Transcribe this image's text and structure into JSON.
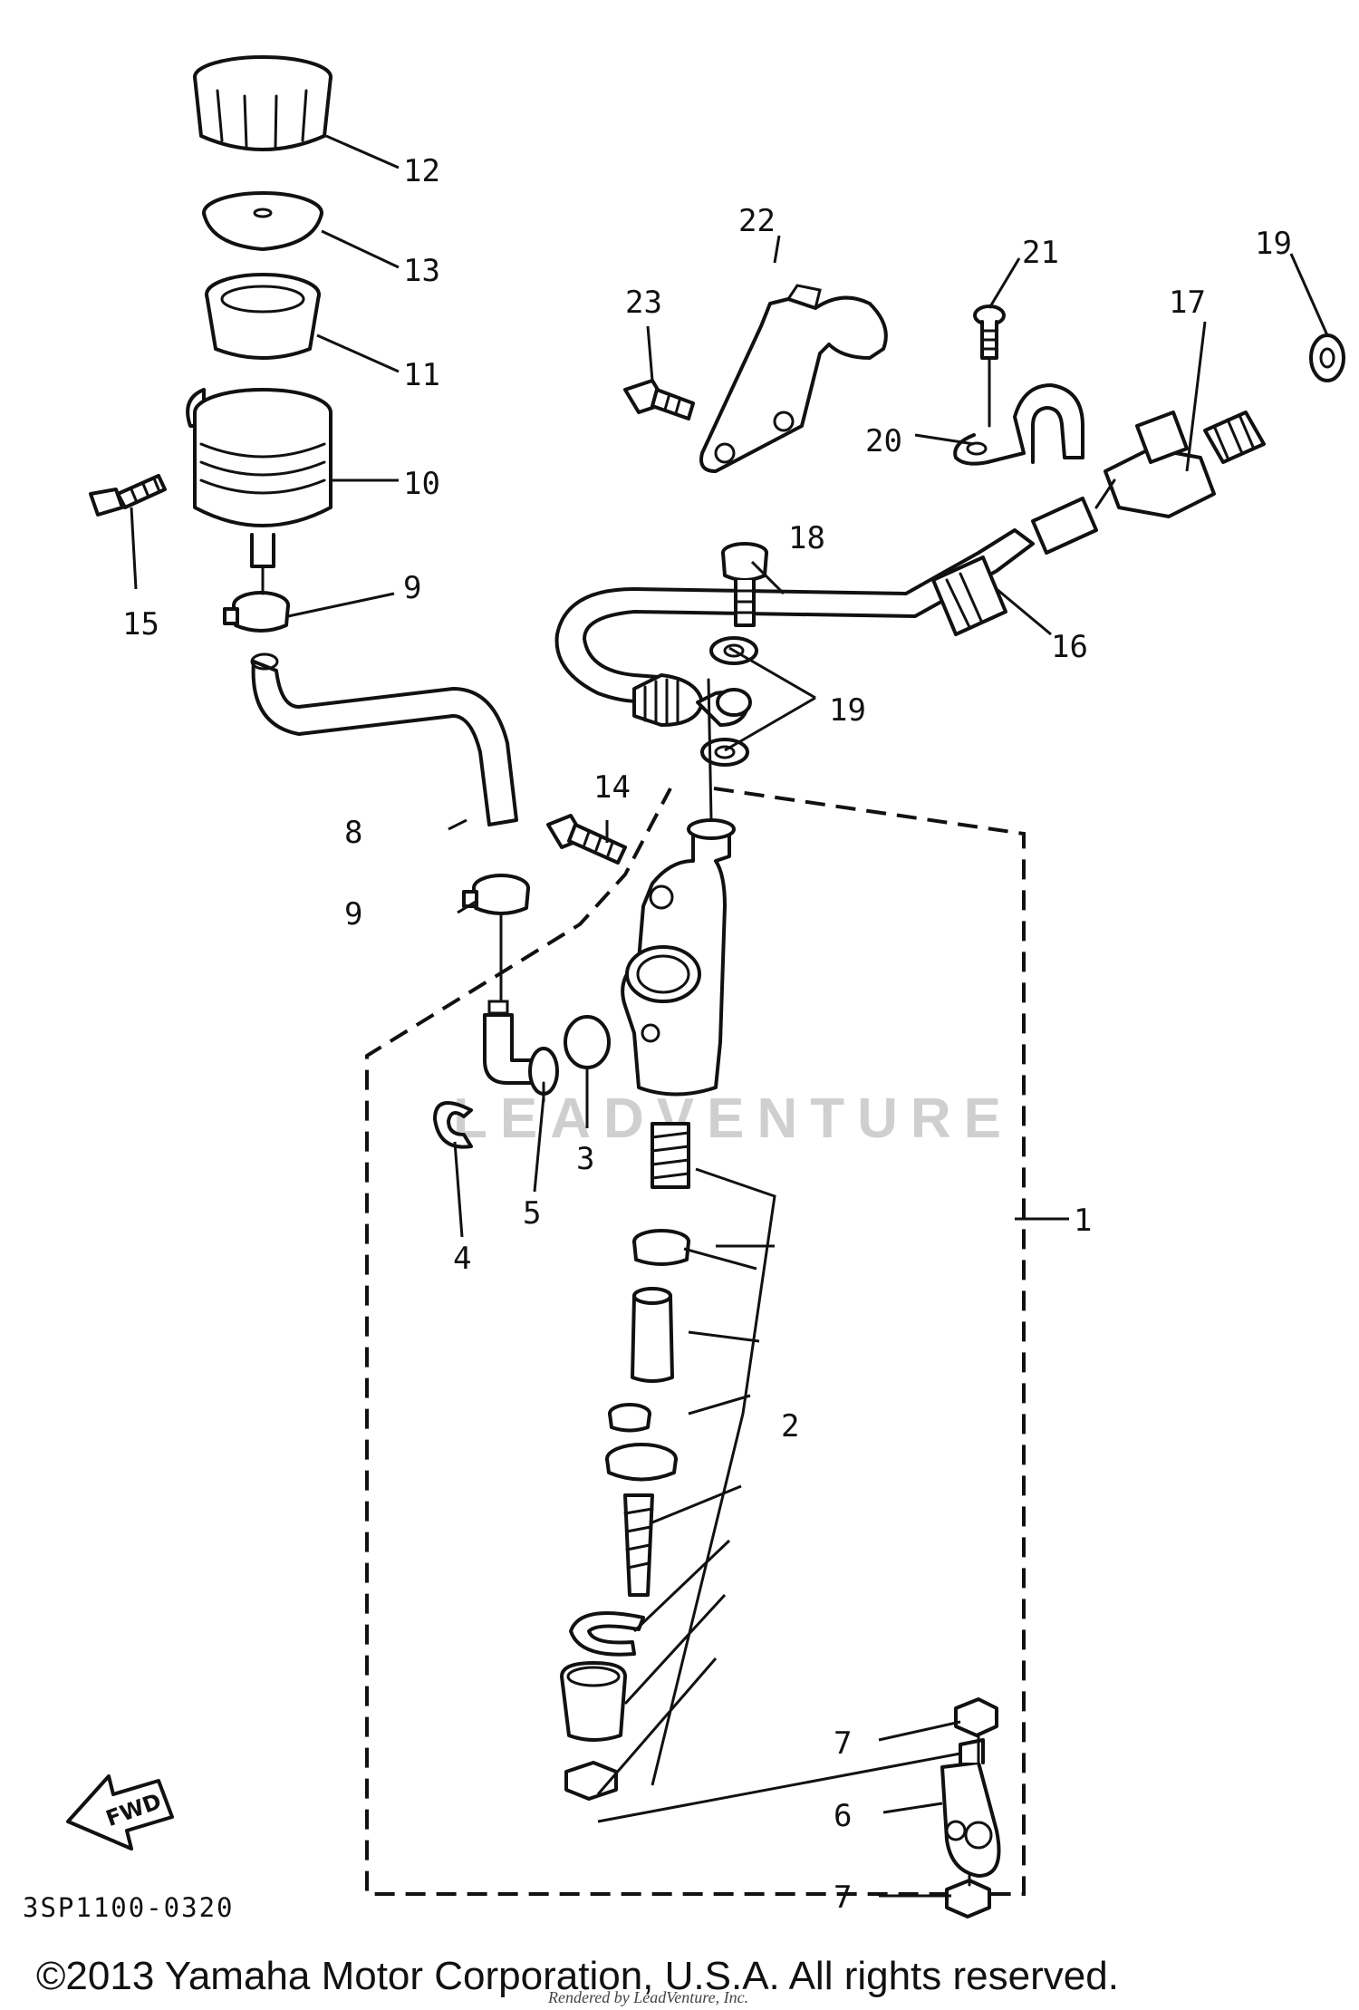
{
  "diagram": {
    "part_labels": [
      "1",
      "2",
      "3",
      "4",
      "5",
      "6",
      "7",
      "7",
      "8",
      "9",
      "9",
      "10",
      "11",
      "12",
      "13",
      "14",
      "15",
      "16",
      "17",
      "18",
      "19",
      "19",
      "20",
      "21",
      "22",
      "23"
    ],
    "direction_label": "FWD",
    "diagram_code": "3SP1100-0320",
    "watermark": "LEADVENTURE",
    "copyright": "©2013 Yamaha Motor Corporation, U.S.A. All rights reserved.",
    "rendered_by": "Rendered by LeadVenture, Inc."
  }
}
